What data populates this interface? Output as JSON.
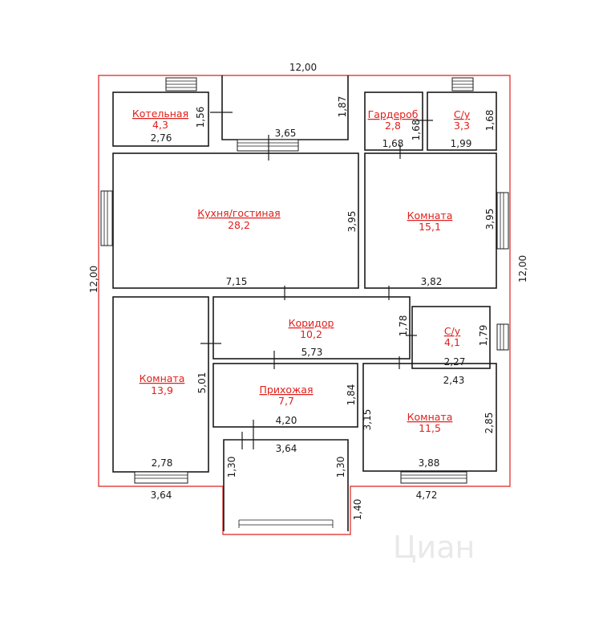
{
  "colors": {
    "outline": "#e0201c",
    "walls": "#1a1a1a",
    "labels": "#e0201c",
    "background": "#ffffff"
  },
  "watermark": "Циан",
  "rooms": {
    "boiler": {
      "name": "Котельная",
      "area": "4,3"
    },
    "wardrobe": {
      "name": "Гардероб",
      "area": "2,8"
    },
    "bath1": {
      "name": "С/у",
      "area": "3,3"
    },
    "kitchen": {
      "name": "Кухня/гостиная",
      "area": "28,2"
    },
    "room1": {
      "name": "Комната",
      "area": "15,1"
    },
    "corridor": {
      "name": "Коридор",
      "area": "10,2"
    },
    "bath2": {
      "name": "С/у",
      "area": "4,1"
    },
    "room2": {
      "name": "Комната",
      "area": "13,9"
    },
    "hall": {
      "name": "Прихожая",
      "area": "7,7"
    },
    "room3": {
      "name": "Комната",
      "area": "11,5"
    }
  },
  "dims": {
    "top_total": "12,00",
    "left_total": "12,00",
    "right_total": "12,00",
    "boiler_h": "1,56",
    "boiler_w": "2,76",
    "terrace_top_h": "1,87",
    "terrace_top_w": "3,65",
    "wardrobe_w": "1,68",
    "wardrobe_h": "1,68",
    "bath1_w": "1,99",
    "bath1_h": "1,68",
    "kitchen_h": "3,95",
    "kitchen_w": "7,15",
    "room1_h": "3,95",
    "room1_w": "3,82",
    "corridor_h": "1,78",
    "corridor_w": "5,73",
    "bath2_h": "1,79",
    "bath2_w": "2,27",
    "room3_top_w": "2,43",
    "room2_h": "5,01",
    "room2_w": "2,78",
    "hall_h": "1,84",
    "hall_w": "4,20",
    "room3_left_h": "3,15",
    "room3_h": "2,85",
    "room3_w": "3,88",
    "porch_w": "3,64",
    "porch_left_h": "1,30",
    "porch_right_h": "1,30",
    "porch_depth": "1,40",
    "bottom_left": "3,64",
    "bottom_right": "4,72"
  }
}
